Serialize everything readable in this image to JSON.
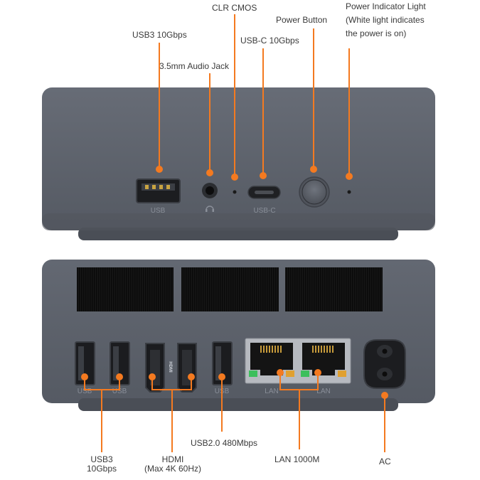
{
  "colors": {
    "accent": "#f47a20",
    "chassis": "#5b606a",
    "chassis_dark": "#4a4e56",
    "grille": "#141414"
  },
  "front": {
    "callouts": {
      "usb3": "USB3 10Gbps",
      "audio": "3.5mm Audio Jack",
      "clr_cmos": "CLR CMOS",
      "usbc": "USB-C 10Gbps",
      "power_button": "Power Button",
      "power_light": [
        "Power Indicator Light",
        "(White light indicates",
        "the power is on)"
      ]
    },
    "port_labels": {
      "usb": "USB",
      "audio_icon": "headphone-icon",
      "usbc": "USB-C"
    }
  },
  "rear": {
    "callouts": {
      "usb3": [
        "USB3",
        "10Gbps"
      ],
      "hdmi": [
        "HDMI",
        "(Max 4K 60Hz)"
      ],
      "usb2": "USB2.0 480Mbps",
      "lan": "LAN 1000M",
      "ac": "AC"
    },
    "port_labels": {
      "usb_1": "USB",
      "usb_2": "USB",
      "usb_3": "USB",
      "lan_1": "LAN",
      "lan_2": "LAN",
      "hdmi_logo": "HDMI"
    }
  }
}
